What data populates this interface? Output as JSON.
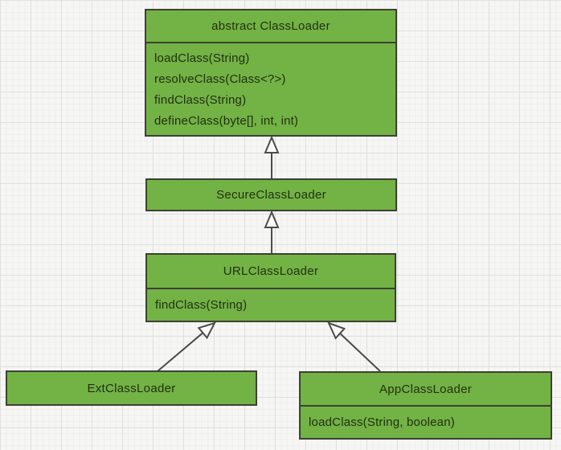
{
  "diagram": {
    "type": "uml-class-diagram",
    "classes": [
      {
        "name": "abstract ClassLoader",
        "methods": [
          "loadClass(String)",
          "resolveClass(Class<?>)",
          "findClass(String)",
          "defineClass(byte[], int, int)"
        ]
      },
      {
        "name": "SecureClassLoader",
        "methods": []
      },
      {
        "name": "URLClassLoader",
        "methods": [
          "findClass(String)"
        ]
      },
      {
        "name": "ExtClassLoader",
        "methods": []
      },
      {
        "name": "AppClassLoader",
        "methods": [
          "loadClass(String, boolean)"
        ]
      }
    ],
    "relations": [
      {
        "from": "SecureClassLoader",
        "to": "abstract ClassLoader",
        "type": "generalization"
      },
      {
        "from": "URLClassLoader",
        "to": "SecureClassLoader",
        "type": "generalization"
      },
      {
        "from": "ExtClassLoader",
        "to": "URLClassLoader",
        "type": "generalization"
      },
      {
        "from": "AppClassLoader",
        "to": "URLClassLoader",
        "type": "generalization"
      }
    ],
    "colors": {
      "box_fill": "#73b245",
      "box_border": "#3d4134",
      "text": "#223014",
      "connector": "#4c4c48",
      "arrowhead_fill": "#fafaf8",
      "canvas": "#f6f6f4",
      "grid_minor": "#eeeeec",
      "grid_major": "#e0e0de"
    }
  }
}
